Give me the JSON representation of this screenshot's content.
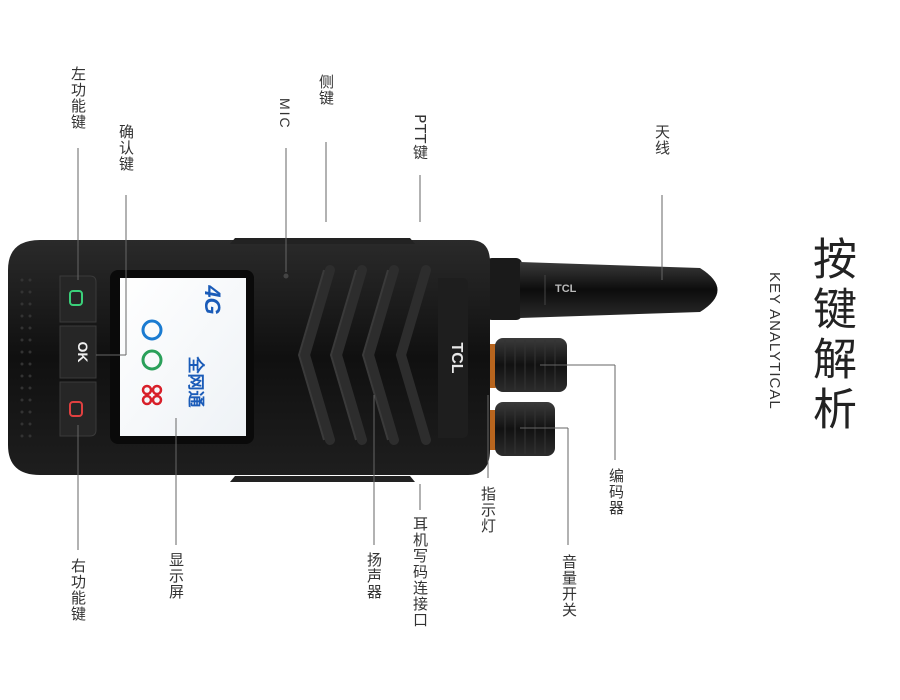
{
  "title": {
    "cn": "按键解析",
    "en": "KEY ANALYTICAL"
  },
  "device": {
    "brand": "TCL",
    "ok_label": "OK",
    "network": "4G",
    "network_sub": "全网通"
  },
  "labels": {
    "left_function_key": "左功能键",
    "confirm_key": "确认键",
    "mic": "MIC",
    "side_key": "侧键",
    "ptt_key": "PTT键",
    "antenna": "天线",
    "encoder": "编码器",
    "indicator": "指示灯",
    "volume_switch": "音量开关",
    "earphone_port": "耳机写码连接口",
    "speaker": "扬声器",
    "display": "显示屏",
    "right_function_key": "右功能键"
  },
  "colors": {
    "body": "#151515",
    "accent_green": "#3ad07a",
    "accent_red": "#e04040",
    "leader": "#555555",
    "orange_ring": "#b8651e"
  }
}
